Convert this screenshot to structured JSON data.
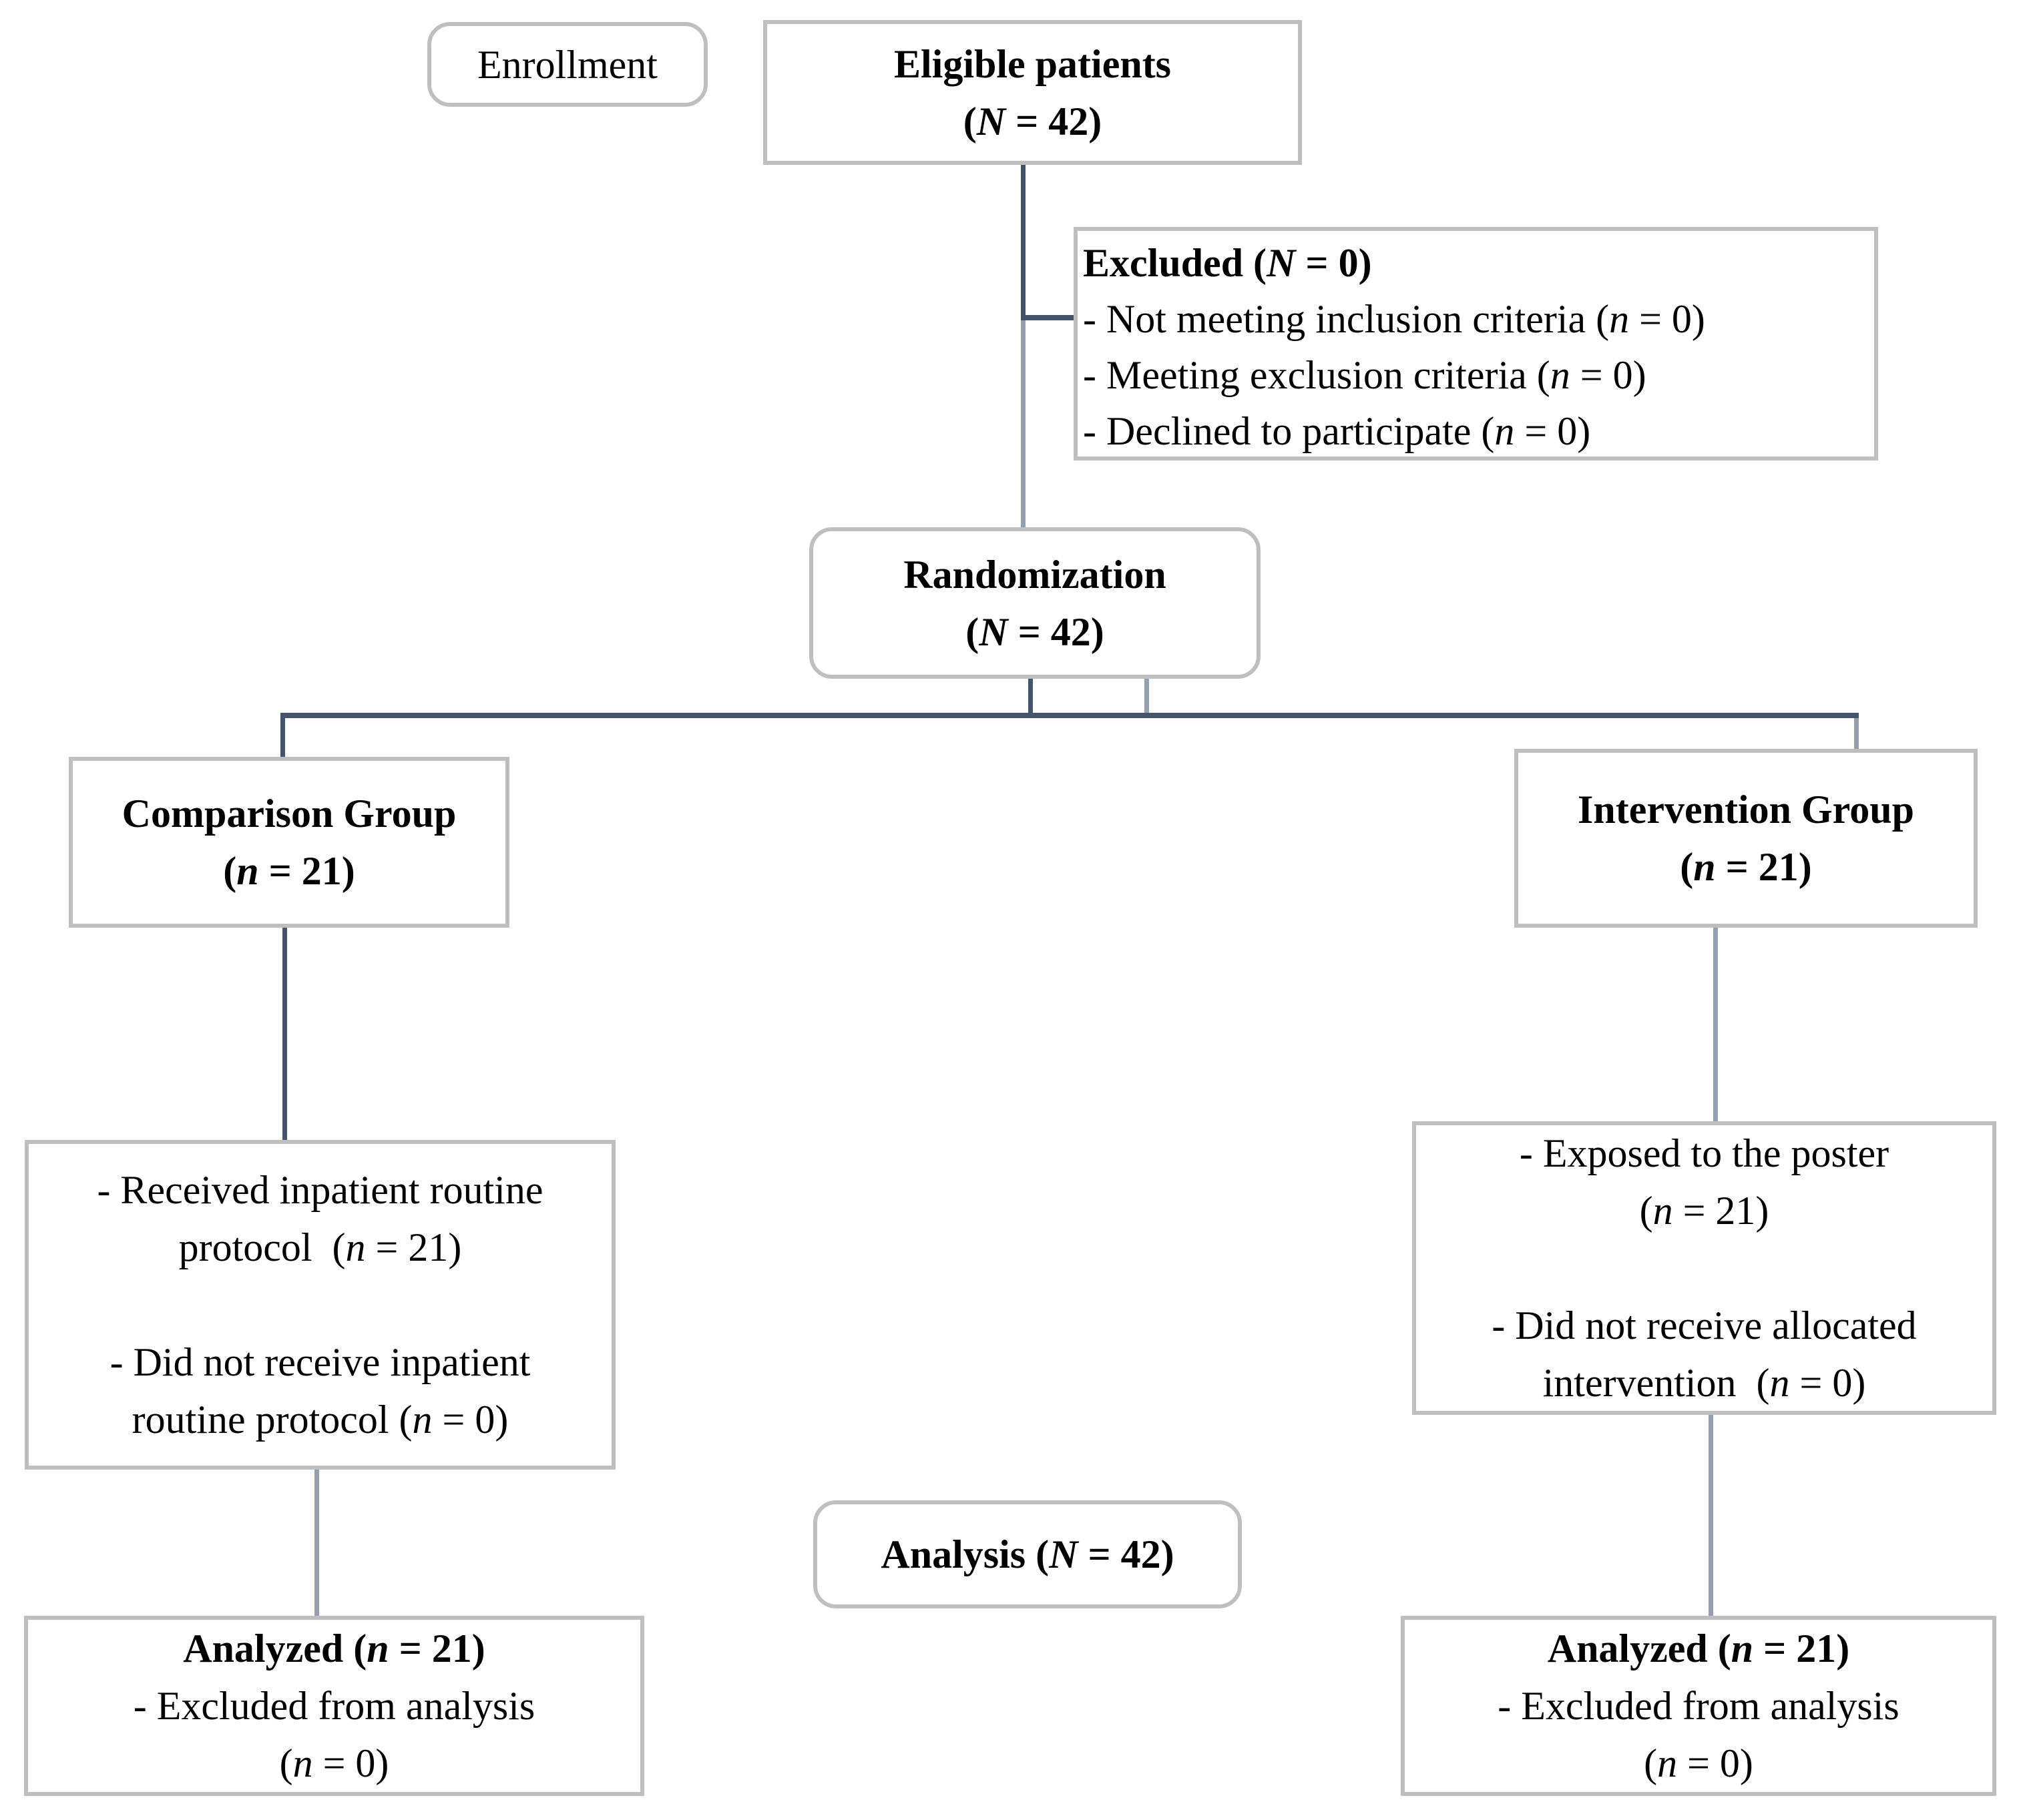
{
  "colors": {
    "background": "#ffffff",
    "box-border": "#bfbfbf",
    "line-dark": "#44546a",
    "line-light": "#94a0b0",
    "text": "#000000"
  },
  "boxes": {
    "enrollment": {
      "lines": [
        {
          "segs": [
            {
              "t": "Enrollment"
            }
          ]
        }
      ]
    },
    "eligible": {
      "lines": [
        {
          "bold": true,
          "segs": [
            {
              "t": "Eligible patients"
            }
          ]
        },
        {
          "bold": true,
          "segs": [
            {
              "t": "("
            },
            {
              "t": "N",
              "i": true
            },
            {
              "t": " = 42)"
            }
          ]
        }
      ]
    },
    "excluded": {
      "lines": [
        {
          "bold": true,
          "segs": [
            {
              "t": "Excluded ("
            },
            {
              "t": "N",
              "i": true
            },
            {
              "t": " = 0)"
            }
          ]
        },
        {
          "segs": [
            {
              "t": "- Not meeting inclusion criteria ("
            },
            {
              "t": "n",
              "i": true
            },
            {
              "t": " = 0)"
            }
          ]
        },
        {
          "segs": [
            {
              "t": "- Meeting exclusion criteria ("
            },
            {
              "t": "n",
              "i": true
            },
            {
              "t": " = 0)"
            }
          ]
        },
        {
          "segs": [
            {
              "t": "- Declined to participate ("
            },
            {
              "t": "n",
              "i": true
            },
            {
              "t": " = 0)"
            }
          ]
        }
      ]
    },
    "randomization": {
      "lines": [
        {
          "bold": true,
          "segs": [
            {
              "t": "Randomization"
            }
          ]
        },
        {
          "bold": true,
          "segs": [
            {
              "t": "("
            },
            {
              "t": "N",
              "i": true
            },
            {
              "t": " = 42)"
            }
          ]
        }
      ]
    },
    "comparison": {
      "lines": [
        {
          "bold": true,
          "segs": [
            {
              "t": "Comparison Group"
            }
          ]
        },
        {
          "bold": true,
          "segs": [
            {
              "t": "("
            },
            {
              "t": "n",
              "i": true
            },
            {
              "t": " = 21)"
            }
          ]
        }
      ]
    },
    "intervention": {
      "lines": [
        {
          "bold": true,
          "segs": [
            {
              "t": "Intervention Group"
            }
          ]
        },
        {
          "bold": true,
          "segs": [
            {
              "t": "("
            },
            {
              "t": "n",
              "i": true
            },
            {
              "t": " = 21)"
            }
          ]
        }
      ]
    },
    "comparison_detail": {
      "lines": [
        {
          "segs": [
            {
              "t": "- Received inpatient routine"
            }
          ]
        },
        {
          "segs": [
            {
              "t": "protocol  ("
            },
            {
              "t": "n",
              "i": true
            },
            {
              "t": " = 21)"
            }
          ]
        },
        {
          "segs": []
        },
        {
          "segs": [
            {
              "t": "- Did not receive inpatient"
            }
          ]
        },
        {
          "segs": [
            {
              "t": "routine protocol ("
            },
            {
              "t": "n",
              "i": true
            },
            {
              "t": " = 0)"
            }
          ]
        }
      ]
    },
    "intervention_detail": {
      "lines": [
        {
          "segs": [
            {
              "t": "- Exposed to the poster"
            }
          ]
        },
        {
          "segs": [
            {
              "t": "("
            },
            {
              "t": "n",
              "i": true
            },
            {
              "t": " = 21)"
            }
          ]
        },
        {
          "segs": []
        },
        {
          "segs": [
            {
              "t": "- Did not receive allocated"
            }
          ]
        },
        {
          "segs": [
            {
              "t": "intervention  ("
            },
            {
              "t": "n",
              "i": true
            },
            {
              "t": " = 0)"
            }
          ]
        }
      ]
    },
    "analysis": {
      "lines": [
        {
          "bold": true,
          "segs": [
            {
              "t": "Analysis ("
            },
            {
              "t": "N",
              "i": true
            },
            {
              "t": " = 42)"
            }
          ]
        }
      ]
    },
    "analyzed_comparison": {
      "lines": [
        {
          "bold": true,
          "segs": [
            {
              "t": "Analyzed ("
            },
            {
              "t": "n",
              "i": true
            },
            {
              "t": " = 21)"
            }
          ]
        },
        {
          "segs": [
            {
              "t": "- Excluded from analysis"
            }
          ]
        },
        {
          "segs": [
            {
              "t": "("
            },
            {
              "t": "n",
              "i": true
            },
            {
              "t": " = 0)"
            }
          ]
        }
      ]
    },
    "analyzed_intervention": {
      "lines": [
        {
          "bold": true,
          "segs": [
            {
              "t": "Analyzed ("
            },
            {
              "t": "n",
              "i": true
            },
            {
              "t": " = 21)"
            }
          ]
        },
        {
          "segs": [
            {
              "t": "- Excluded from analysis"
            }
          ]
        },
        {
          "segs": [
            {
              "t": "("
            },
            {
              "t": "n",
              "i": true
            },
            {
              "t": " = 0)"
            }
          ]
        }
      ]
    }
  }
}
